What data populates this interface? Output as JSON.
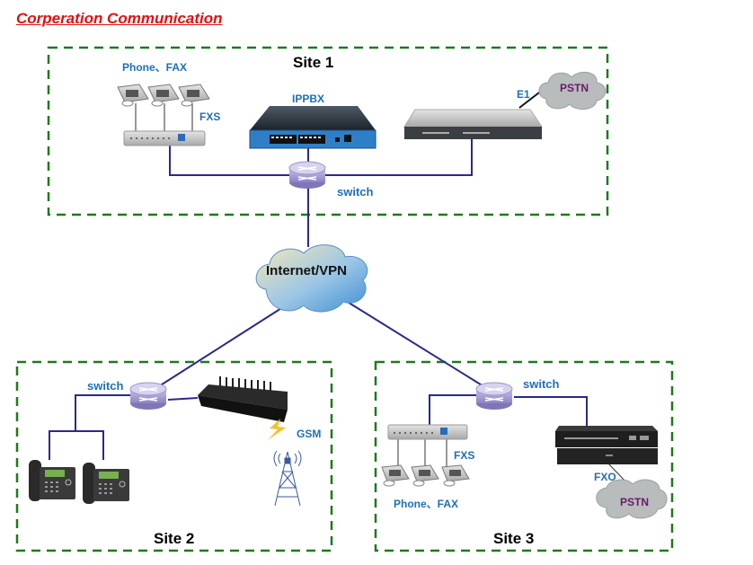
{
  "title": "Corperation Communication",
  "colors": {
    "title": "#e01010",
    "site_border": "#1e7a1e",
    "link": "#2a2a8a",
    "label_blue": "#1f6fb8",
    "pstn_text": "#6a1a6a"
  },
  "internet": {
    "label": "Internet/VPN"
  },
  "site1": {
    "name": "Site 1",
    "phones_label": "Phone、FAX",
    "fxs_label": "FXS",
    "ippbx_label": "IPPBX",
    "e1_label": "E1",
    "pstn_label": "PSTN",
    "switch_label": "switch"
  },
  "site2": {
    "name": "Site 2",
    "switch_label": "switch",
    "gsm_label": "GSM"
  },
  "site3": {
    "name": "Site 3",
    "switch_label": "switch",
    "fxs_label": "FXS",
    "phones_label": "Phone、FAX",
    "fxo_label": "FXO",
    "pstn_label": "PSTN"
  }
}
